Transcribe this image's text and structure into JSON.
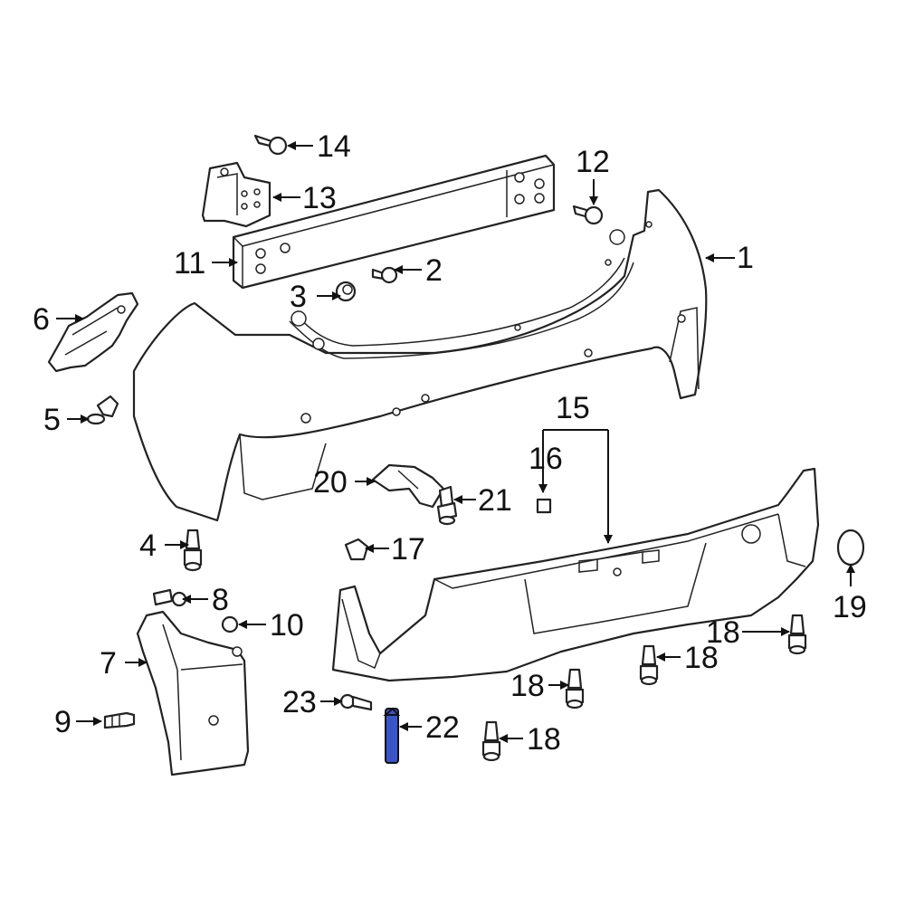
{
  "callouts": {
    "c1": "1",
    "c2": "2",
    "c3": "3",
    "c4": "4",
    "c5": "5",
    "c6": "6",
    "c7": "7",
    "c8": "8",
    "c9": "9",
    "c10": "10",
    "c11": "11",
    "c12": "12",
    "c13": "13",
    "c14": "14",
    "c15": "15",
    "c16": "16",
    "c17": "17",
    "c18a": "18",
    "c18b": "18",
    "c18c": "18",
    "c18d": "18",
    "c19": "19",
    "c20": "20",
    "c21": "21",
    "c22": "22",
    "c23": "23"
  },
  "highlight_color": "#3a55c8",
  "highlighted_part": "22"
}
